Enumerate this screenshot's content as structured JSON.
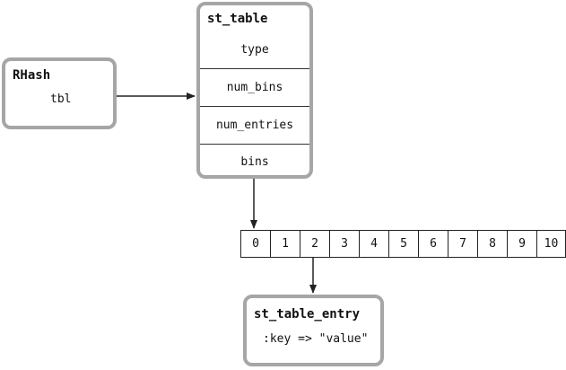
{
  "rhash": {
    "title": "RHash",
    "field": "tbl"
  },
  "st_table": {
    "title": "st_table",
    "fields": [
      "type",
      "num_bins",
      "num_entries",
      "bins"
    ]
  },
  "bins_array": {
    "cells": [
      "0",
      "1",
      "2",
      "3",
      "4",
      "5",
      "6",
      "7",
      "8",
      "9",
      "10"
    ]
  },
  "st_table_entry": {
    "title": "st_table_entry",
    "content": ":key => \"value\""
  },
  "colors": {
    "box_border": "#a6a6a6",
    "line": "#222222"
  }
}
